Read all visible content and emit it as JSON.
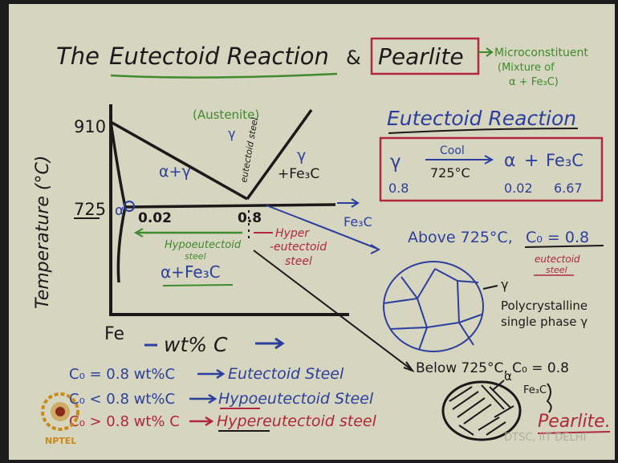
{
  "title": {
    "prefix": "The",
    "eutectoid_reaction": "Eutectoid Reaction",
    "amp": "&",
    "pearlite": "Pearlite",
    "side_note_line1": "Microconstituent",
    "side_note_line2": "(Mixture of",
    "side_note_line3": "α + Fe₃C)"
  },
  "phase_diagram": {
    "y_axis_label": "Temperature (°C)",
    "x_axis_label": "wt% C",
    "origin_label": "Fe",
    "temp_910": "910",
    "temp_725": "725",
    "alpha_label": "α",
    "c_002": "0.02",
    "c_08": "0.8",
    "austenite_label": "(Austenite)",
    "gamma_label": "γ",
    "eutectoid_steel_vertical": "eutectoid steel",
    "alpha_gamma_region": "α+γ",
    "gamma_fe3c_region_1": "γ",
    "gamma_fe3c_region_2": "+Fe₃C",
    "fe3c_arrow_label": "Fe₃C",
    "hypoeutectoid_label_1": "Hypoeutectoid",
    "hypoeutectoid_label_2": "steel",
    "hypereutectoid_label_1": "Hyper",
    "hypereutectoid_label_2": "-eutectoid",
    "hypereutectoid_label_3": "steel",
    "alpha_fe3c_region": "α+Fe₃C"
  },
  "reaction_box": {
    "heading": "Eutectoid Reaction",
    "gamma": "γ",
    "cool": "Cool",
    "temp": "725°C",
    "alpha": "α",
    "plus": "+",
    "fe3c": "Fe₃C",
    "comp_gamma": "0.8",
    "comp_alpha": "0.02",
    "comp_fe3c": "6.67"
  },
  "above": {
    "text": "Above 725°C,",
    "c0": "C₀ = 0.8",
    "eutectoid_note_1": "eutectoid",
    "eutectoid_note_2": "steel",
    "gamma_pointer": "γ",
    "poly_line1": "Polycrystalline",
    "poly_line2": "single phase γ"
  },
  "below": {
    "text": "Below 725°C, C₀ = 0.8",
    "alpha_pointer": "α",
    "fe3c_pointer": "Fe₃C",
    "pearlite": "Pearlite."
  },
  "classification": {
    "line1_left": "C₀ = 0.8 wt%C",
    "line1_right": "Eutectoid Steel",
    "line2_left": "C₀ < 0.8 wt%C",
    "line2_right": "Hypoeutectoid Steel",
    "line3_left": "C₀ > 0.8 wt% C",
    "line3_right": "Hypereutectoid steel"
  },
  "logo": {
    "text": "NPTEL"
  },
  "watermark": "DTSC, IIT DELHI",
  "colors": {
    "board": "#d6d5bf",
    "black": "#1a1a1a",
    "green": "#3f8a2e",
    "blue": "#2d3f9e",
    "red": "#b0283a",
    "logo": "#c98a1c"
  }
}
